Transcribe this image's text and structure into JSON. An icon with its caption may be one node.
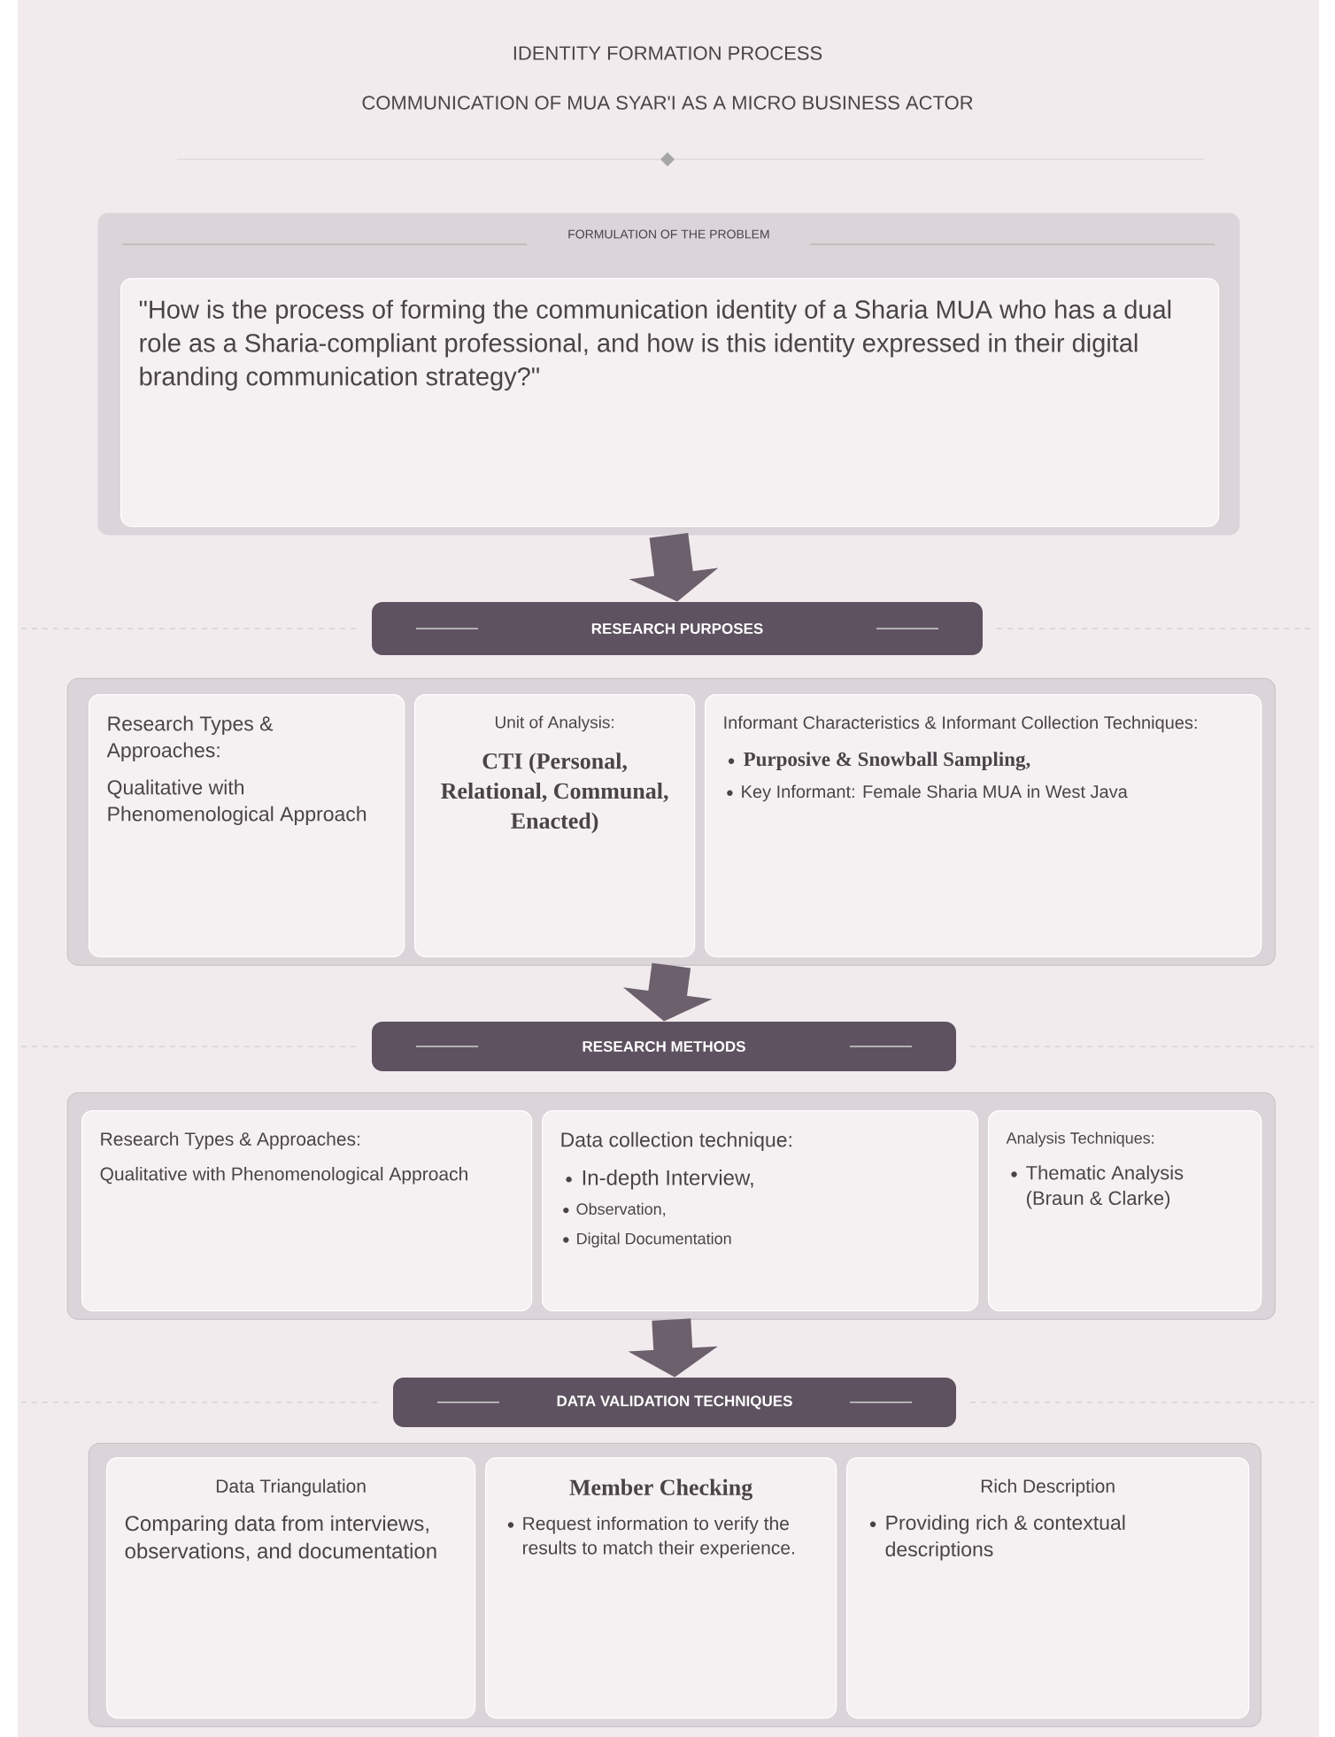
{
  "diagram": {
    "title": "IDENTITY FORMATION PROCESS",
    "labels": [
      "COMMUNICATION OF MUA SYAR'I AS A MICRO BUSINESS ACTOR"
    ],
    "nodes": [
      {
        "text": [
          "FORMULATION OF THE PROBLEM"
        ]
      },
      {
        "text": [
          "\"How is the process of forming the communication identity of a Sharia MUA who has a dual role as a Sharia-compliant professional, and how is this identity expressed in their digital branding communication strategy?\""
        ],
        "in": 0
      },
      {
        "text": [
          "RESEARCH PURPOSES"
        ]
      },
      {
        "text": [],
        "shape": "box"
      },
      {
        "text": [
          "Research Types & Approaches:",
          "Qualitative with Phenomenological Approach"
        ],
        "in": 3
      },
      {
        "text": [
          "Unit of Analysis:",
          "CTI (Personal, Relational, Communal, Enacted)"
        ],
        "in": 3
      },
      {
        "text": [
          "Informant Characteristics & Informant Collection Techniques:",
          "Purposive & Snowball Sampling,",
          "Key Informant: Female Sharia MUA in West Java"
        ],
        "in": 3
      },
      {
        "text": [
          "RESEARCH METHODS"
        ]
      },
      {
        "text": [],
        "shape": "box"
      },
      {
        "text": [
          "Research Types & Approaches:",
          "Qualitative with Phenomenological Approach"
        ],
        "in": 8
      },
      {
        "text": [
          "Data collection technique:",
          "In-depth Interview,",
          "Observation,",
          "Digital Documentation"
        ],
        "in": 8
      },
      {
        "text": [
          "Analysis Techniques:",
          "Thematic Analysis (Braun & Clarke)"
        ],
        "in": 8
      },
      {
        "text": [
          "DATA VALIDATION TECHNIQUES"
        ]
      },
      {
        "text": [],
        "shape": "box"
      },
      {
        "text": [
          "Data Triangulation",
          "Comparing data from interviews, observations, and documentation"
        ],
        "in": 13
      },
      {
        "text": [
          "Member Checking",
          "Request information to verify the results to match their experience."
        ],
        "in": 13
      },
      {
        "text": [
          "Rich Description",
          "Providing rich & contextual descriptions"
        ],
        "in": 13
      }
    ],
    "edges": [
      {
        "from": 0,
        "to": 2,
        "arrow": "to"
      },
      {
        "from": 3,
        "to": 7,
        "arrow": "to"
      },
      {
        "from": 8,
        "to": 12,
        "arrow": "to"
      }
    ]
  }
}
